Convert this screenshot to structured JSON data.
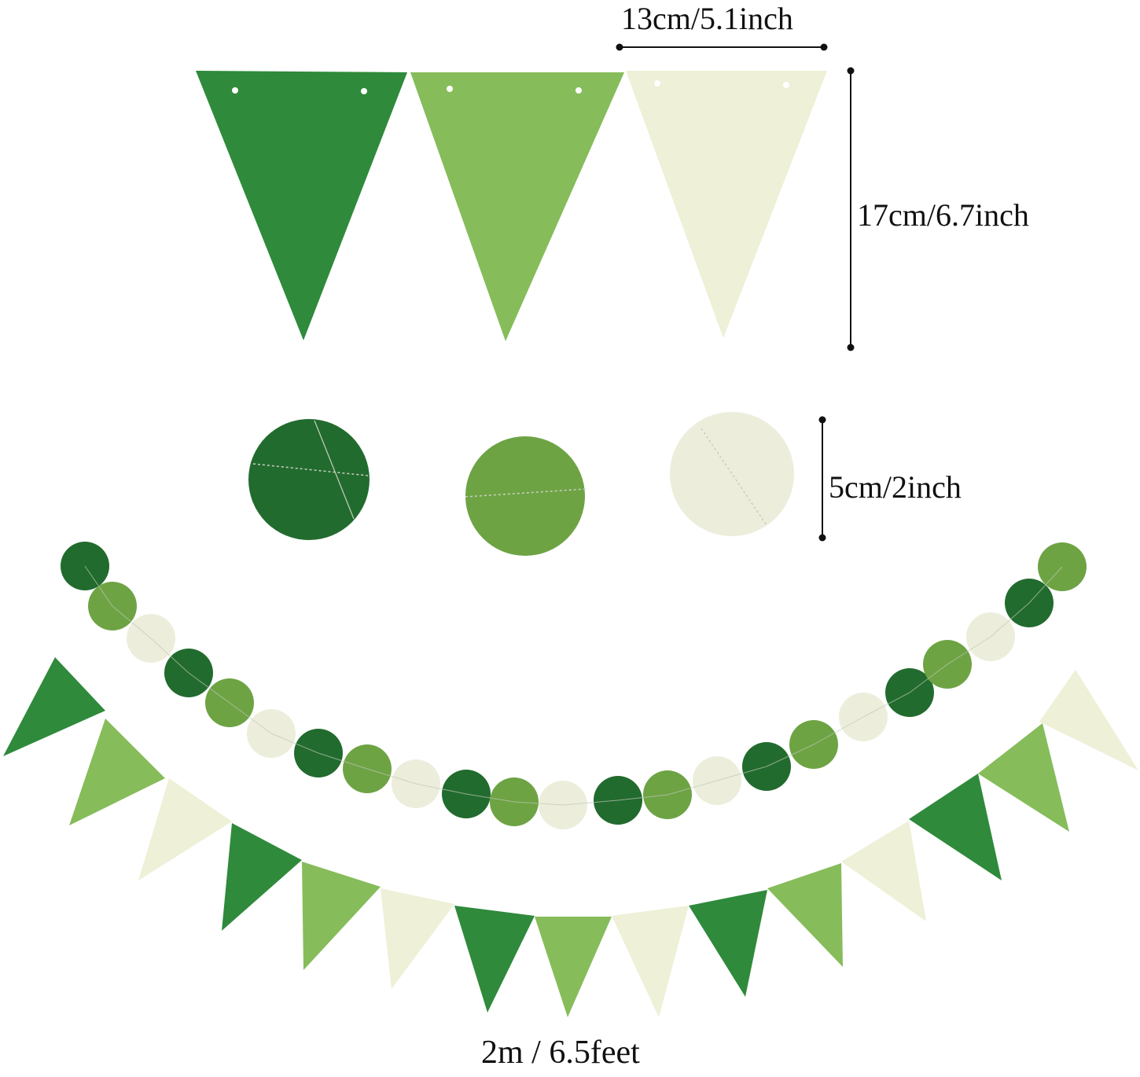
{
  "labels": {
    "pennant_width": "13cm/5.1inch",
    "pennant_height": "17cm/6.7inch",
    "circle_diameter": "5cm/2inch",
    "garland_length": "2m / 6.5feet"
  },
  "colors": {
    "dark_green": "#2f8a3b",
    "light_green": "#86bc5a",
    "cream": "#eef0d7",
    "circle_dark": "#226b2e",
    "circle_light": "#6ea344",
    "circle_cream": "#eceedb",
    "line": "#111111"
  },
  "pennant_sequence": [
    "dark_green",
    "light_green",
    "cream"
  ],
  "circle_sequence": [
    "circle_dark",
    "circle_light",
    "circle_cream"
  ]
}
